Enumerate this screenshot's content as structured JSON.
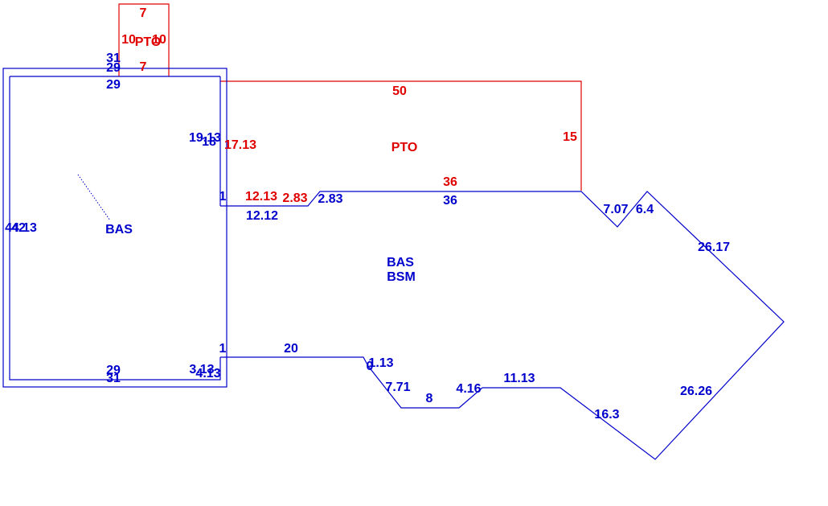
{
  "colors": {
    "blue": "#0000CC",
    "red": "#E00000"
  },
  "areas": {
    "pto_small": "PTO",
    "pto_large": "PTO",
    "bas_left": "BAS",
    "bas_center": "BAS",
    "bsm_center": "BSM"
  },
  "dimensions_red": {
    "pto_small_top": "7",
    "pto_small_left": "10",
    "pto_small_right": "10",
    "pto_small_bottom": "7",
    "pto_large_top": "50",
    "pto_large_right": "15",
    "pto_large_bottom": "36",
    "pto_large_left": "17.13",
    "pto_step_a": "12.13",
    "pto_step_b": "2.83"
  },
  "dimensions_blue": {
    "outer_top": "31",
    "mid_top": "29",
    "inner_top": "29",
    "left_side": "44",
    "left_side_b": "42",
    "left_side_c": "13",
    "bottom_inner": "29",
    "bottom_outer": "31",
    "notch_inner": "19.13",
    "notch_18": "18",
    "jog_1_top": "1",
    "seg_12_12": "12.12",
    "seg_2_83": "2.83",
    "seg_36": "36",
    "seg_7_07": "7.07",
    "seg_6_4": "6.4",
    "seg_26_17": "26.17",
    "seg_26_26": "26.26",
    "seg_16_3": "16.3",
    "seg_11_13": "11.13",
    "seg_4_16": "4.16",
    "seg_8": "8",
    "seg_7_71": "7.71",
    "seg_1_13": "1.13",
    "seg_0": "0",
    "seg_20": "20",
    "jog_1_bottom": "1",
    "seg_3_13": "3.13",
    "seg_4_13": "4.13"
  }
}
